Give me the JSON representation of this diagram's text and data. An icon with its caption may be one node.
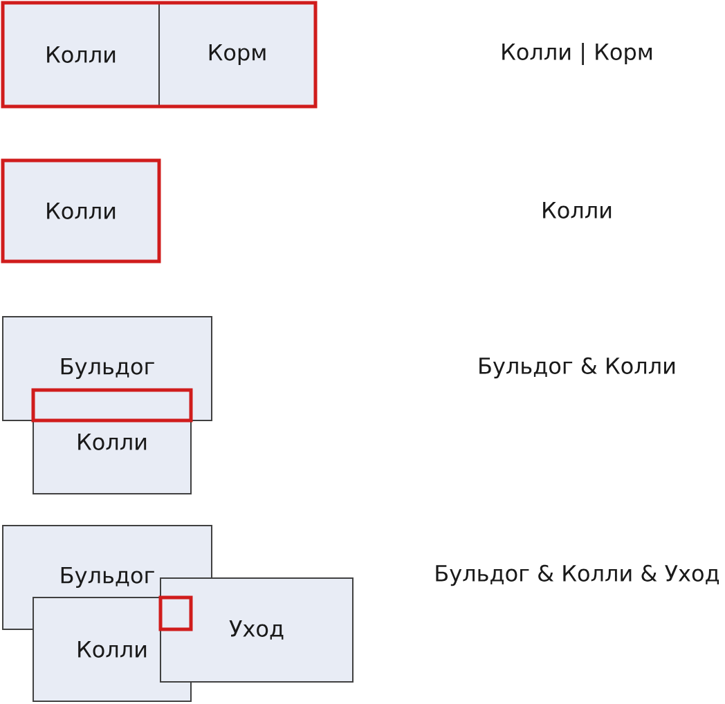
{
  "diagram": {
    "nodes": [
      {
        "text": [
          "Колли"
        ]
      },
      {
        "text": [
          "Корм"
        ]
      },
      {
        "text": [
          "Колли"
        ]
      },
      {
        "text": [
          "Бульдог"
        ]
      },
      {
        "text": [
          "Колли"
        ]
      },
      {
        "text": [
          "Бульдог"
        ]
      },
      {
        "text": [
          "Колли"
        ]
      },
      {
        "text": [
          "Уход"
        ]
      }
    ],
    "labels": [
      "Колли | Корм",
      "Колли",
      "Бульдог & Колли",
      "Бульдог & Колли & Уход"
    ]
  }
}
